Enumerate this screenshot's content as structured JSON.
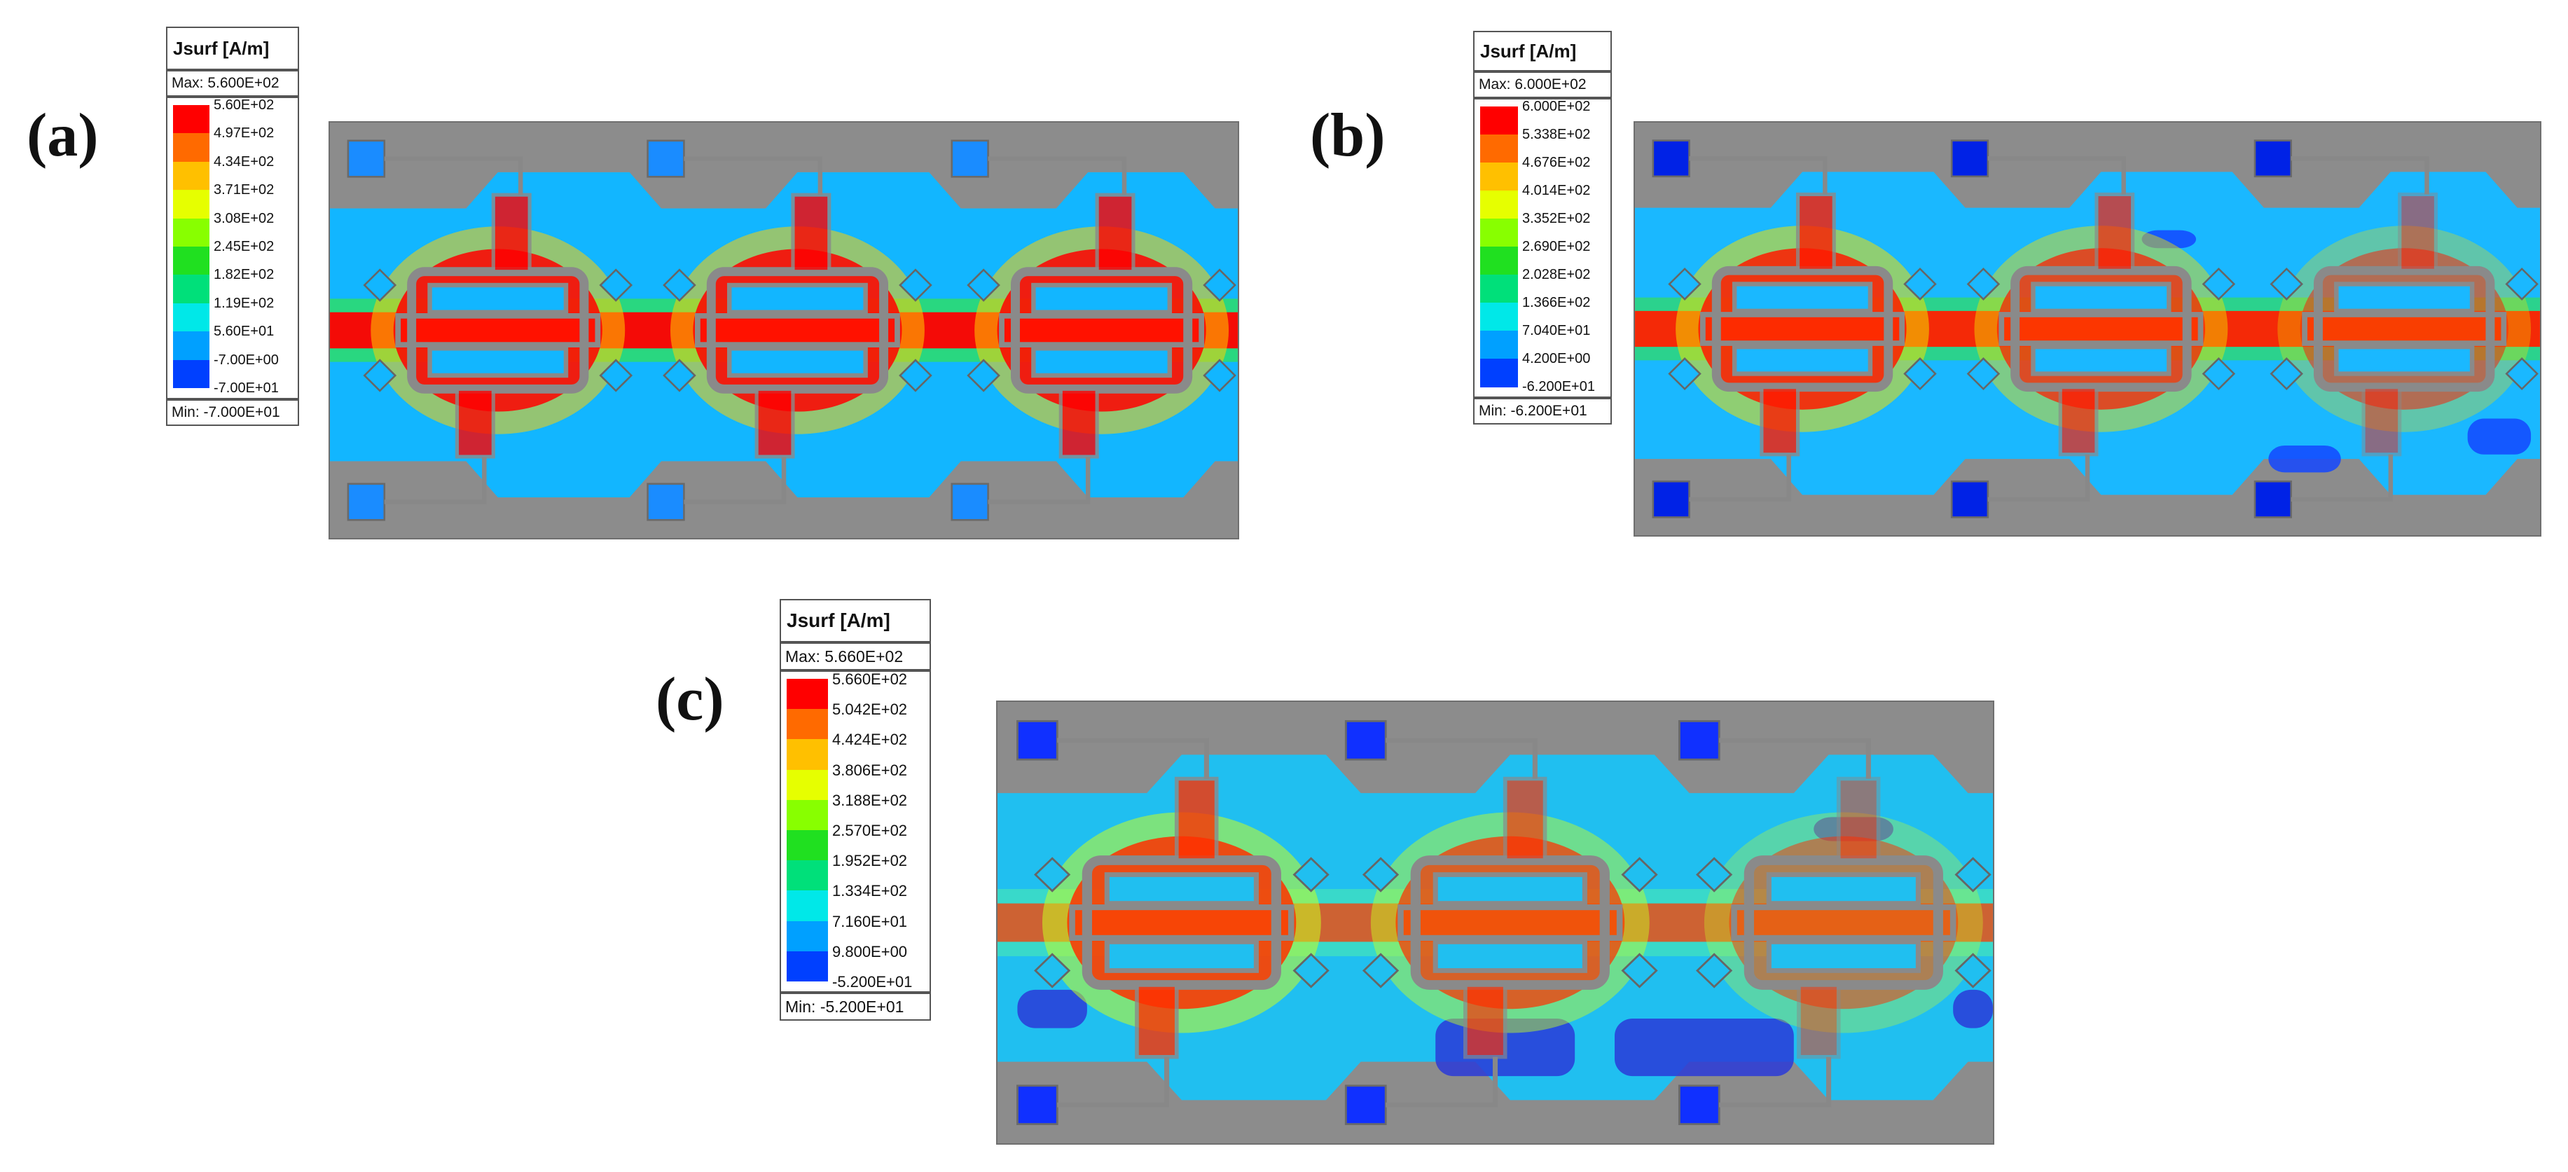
{
  "panels": [
    {
      "label": "(a)",
      "legend": {
        "title": "Jsurf [A/m]",
        "max": "Max: 5.600E+02",
        "min": "Min: -7.000E+01",
        "ticks": [
          "5.60E+02",
          "4.97E+02",
          "4.34E+02",
          "3.71E+02",
          "3.08E+02",
          "2.45E+02",
          "1.82E+02",
          "1.19E+02",
          "5.60E+01",
          "-7.00E+00",
          "-7.00E+01"
        ]
      },
      "intensity": "high"
    },
    {
      "label": "(b)",
      "legend": {
        "title": "Jsurf [A/m]",
        "max": "Max: 6.000E+02",
        "min": "Min: -6.200E+01",
        "ticks": [
          "6.000E+02",
          "5.338E+02",
          "4.676E+02",
          "4.014E+02",
          "3.352E+02",
          "2.690E+02",
          "2.028E+02",
          "1.366E+02",
          "7.040E+01",
          "4.200E+00",
          "-6.200E+01"
        ]
      },
      "intensity": "medium"
    },
    {
      "label": "(c)",
      "legend": {
        "title": "Jsurf [A/m]",
        "max": "Max: 5.660E+02",
        "min": "Min: -5.200E+01",
        "ticks": [
          "5.660E+02",
          "5.042E+02",
          "4.424E+02",
          "3.806E+02",
          "3.188E+02",
          "2.570E+02",
          "1.952E+02",
          "1.334E+02",
          "7.160E+01",
          "9.800E+00",
          "-5.200E+01"
        ]
      },
      "intensity": "low"
    }
  ],
  "colormap": [
    "#ff0000",
    "#ff6a00",
    "#ffc000",
    "#e6ff00",
    "#88ff00",
    "#20e020",
    "#00e07a",
    "#00e8e8",
    "#00a0ff",
    "#0040ff",
    "#0000e0"
  ],
  "colors": {
    "background": "#00b8ff",
    "substrate": "#8c8c8c",
    "metal": "#9a9a9a",
    "hot": "#ff0000"
  }
}
